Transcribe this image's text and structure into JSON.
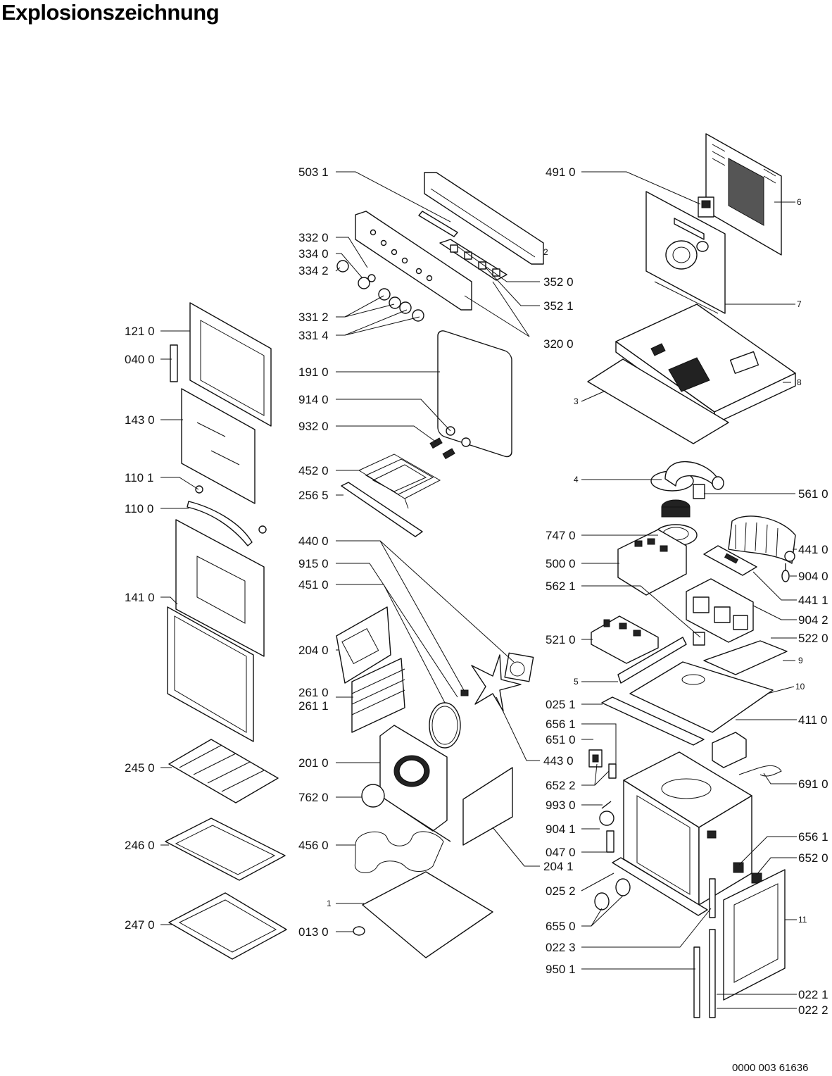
{
  "title": "Explosionszeichnung",
  "doc_number": "0000 003 61636",
  "labels": {
    "l5031": "503 1",
    "l3320": "332 0",
    "l3340": "334 0",
    "l3342": "334 2",
    "l3312": "331 2",
    "l3314": "331 4",
    "l1910": "191 0",
    "l9140": "914 0",
    "l9320": "932 0",
    "l4520": "452 0",
    "l2565": "256 5",
    "l4400": "440 0",
    "l9150": "915 0",
    "l4510": "451 0",
    "l2040": "204 0",
    "l2610": "261 0",
    "l2611": "261 1",
    "l2010": "201 0",
    "l7620": "762 0",
    "l4560": "456 0",
    "l1": "1",
    "l0130": "013 0",
    "l2": "2",
    "l3520": "352 0",
    "l3521": "352 1",
    "l3200": "320 0",
    "l4430": "443 0",
    "l2041": "204 1",
    "l1210": "121 0",
    "l0400": "040 0",
    "l1430": "143 0",
    "l1101": "110 1",
    "l1100": "110 0",
    "l1410": "141 0",
    "l2450": "245 0",
    "l2460": "246 0",
    "l2470": "247 0",
    "l4910": "491 0",
    "l6": "6",
    "l7": "7",
    "l8": "8",
    "l3": "3",
    "l4": "4",
    "l5610": "561 0",
    "l7470": "747 0",
    "l4410": "441 0",
    "l5000": "500 0",
    "l9040": "904 0",
    "l5621": "562 1",
    "l4411": "441 1",
    "l9042": "904 2",
    "l5210": "521 0",
    "l5220": "522 0",
    "l9": "9",
    "l5": "5",
    "l10": "10",
    "l0251": "025 1",
    "l4110": "411 0",
    "l6561a": "656 1",
    "l6510": "651 0",
    "l6522": "652 2",
    "l6910": "691 0",
    "l9930": "993 0",
    "l9041": "904 1",
    "l0470": "047 0",
    "l6561b": "656 1",
    "l6520": "652 0",
    "l0252": "025 2",
    "l11": "11",
    "l6550": "655 0",
    "l0223": "022 3",
    "l9501": "950 1",
    "l0221": "022 1",
    "l0222": "022 2"
  }
}
